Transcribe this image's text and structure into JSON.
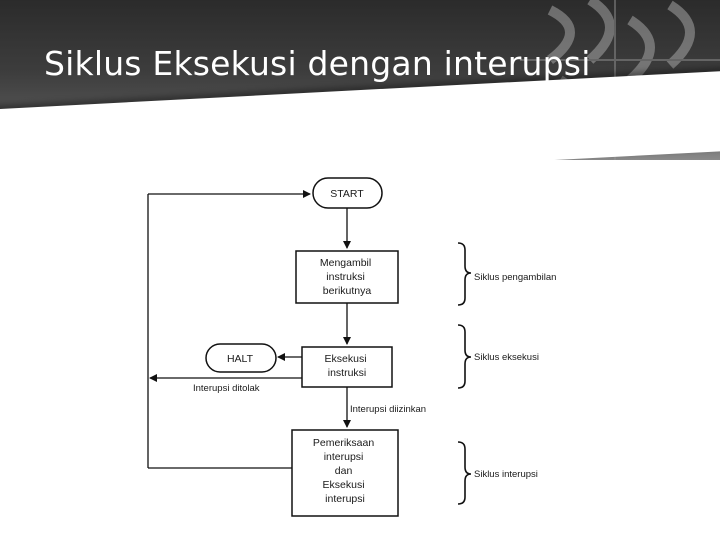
{
  "slide": {
    "title": "Siklus Eksekusi dengan interupsi"
  },
  "diagram": {
    "start_label": "START",
    "fetch_lines": [
      "Mengambil",
      "instruksi",
      "berikutnya"
    ],
    "execute_lines": [
      "Eksekusi",
      "instruksi"
    ],
    "halt_label": "HALT",
    "interrupt_lines": [
      "Pemeriksaan",
      "interupsi",
      "dan",
      "Eksekusi",
      "interupsi"
    ],
    "edge_denied": "Interupsi ditolak",
    "edge_allowed": "Interupsi diizinkan",
    "brace_fetch": "Siklus pengambilan",
    "brace_execute": "Siklus eksekusi",
    "brace_interrupt": "Siklus interupsi"
  }
}
